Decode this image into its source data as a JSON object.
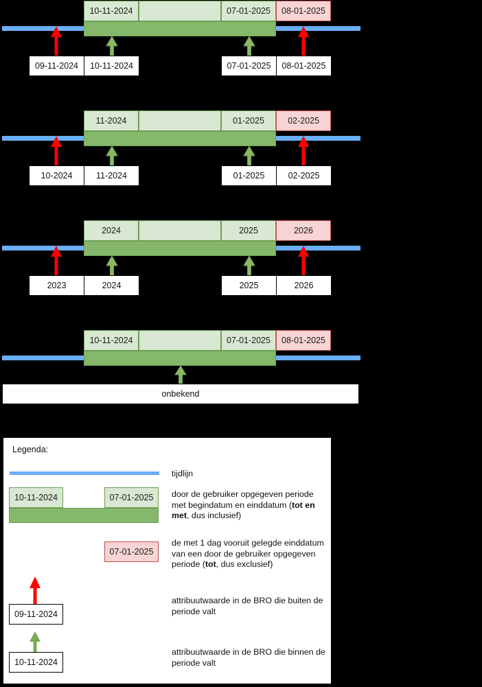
{
  "colors": {
    "timeline": "#6aaef7",
    "period_fill": "#85b86a",
    "period_header": "#d9e8d2",
    "period_border": "#6d9e55",
    "excl_fill": "#f8d4d4",
    "excl_border": "#c0504d",
    "inside_arrow": "#7aaa52",
    "outside_arrow": "#ff0000",
    "box_bg": "#ffffff",
    "box_border": "#000000",
    "background": "#000000"
  },
  "groups": [
    {
      "id": "day-precision",
      "header": {
        "start": "10-11-2024",
        "middle": "",
        "end": "07-01-2025",
        "exclusive_end": "08-01-2025"
      },
      "labels": [
        {
          "text": "09-11-2024",
          "arrow": "outside"
        },
        {
          "text": "10-11-2024",
          "arrow": "inside"
        },
        {
          "text": "07-01-2025",
          "arrow": "inside"
        },
        {
          "text": "08-01-2025",
          "arrow": "outside"
        }
      ]
    },
    {
      "id": "month-precision",
      "header": {
        "start": "11-2024",
        "middle": "",
        "end": "01-2025",
        "exclusive_end": "02-2025"
      },
      "labels": [
        {
          "text": "10-2024",
          "arrow": "outside"
        },
        {
          "text": "11-2024",
          "arrow": "inside"
        },
        {
          "text": "01-2025",
          "arrow": "inside"
        },
        {
          "text": "02-2025",
          "arrow": "outside"
        }
      ]
    },
    {
      "id": "year-precision",
      "header": {
        "start": "2024",
        "middle": "",
        "end": "2025",
        "exclusive_end": "2026"
      },
      "labels": [
        {
          "text": "2023",
          "arrow": "outside"
        },
        {
          "text": "2024",
          "arrow": "inside"
        },
        {
          "text": "2025",
          "arrow": "inside"
        },
        {
          "text": "2026",
          "arrow": "outside"
        }
      ]
    },
    {
      "id": "unknown-precision",
      "header": {
        "start": "10-11-2024",
        "middle": "",
        "end": "07-01-2025",
        "exclusive_end": "08-01-2025"
      },
      "labels": [
        {
          "text": "onbekend",
          "arrow": "inside"
        }
      ]
    }
  ],
  "legend": {
    "title": "Legenda:",
    "rows": [
      {
        "sample": "timeline-line",
        "description": "tijdlijn"
      },
      {
        "sample": "period-block",
        "start_label": "10-11-2024",
        "end_label": "07-01-2025",
        "description_parts": [
          {
            "text": "door de gebruiker opgegeven periode met begindatum en einddatum (",
            "bold": false
          },
          {
            "text": "tot en met",
            "bold": true
          },
          {
            "text": ", dus inclusief)",
            "bold": false
          }
        ]
      },
      {
        "sample": "exclusive-end-block",
        "label": "07-01-2025",
        "description_parts": [
          {
            "text": "de met 1 dag vooruit gelegde einddatum van een door de gebruiker opgegeven periode (",
            "bold": false
          },
          {
            "text": "tot",
            "bold": true
          },
          {
            "text": ", dus exclusief)",
            "bold": false
          }
        ]
      },
      {
        "sample": "outside-arrow-box",
        "label": "09-11-2024",
        "description": "attribuutwaarde in de BRO die buiten de periode valt"
      },
      {
        "sample": "inside-arrow-box",
        "label": "10-11-2024",
        "description": "attribuutwaarde in de BRO die binnen de periode valt"
      }
    ]
  }
}
